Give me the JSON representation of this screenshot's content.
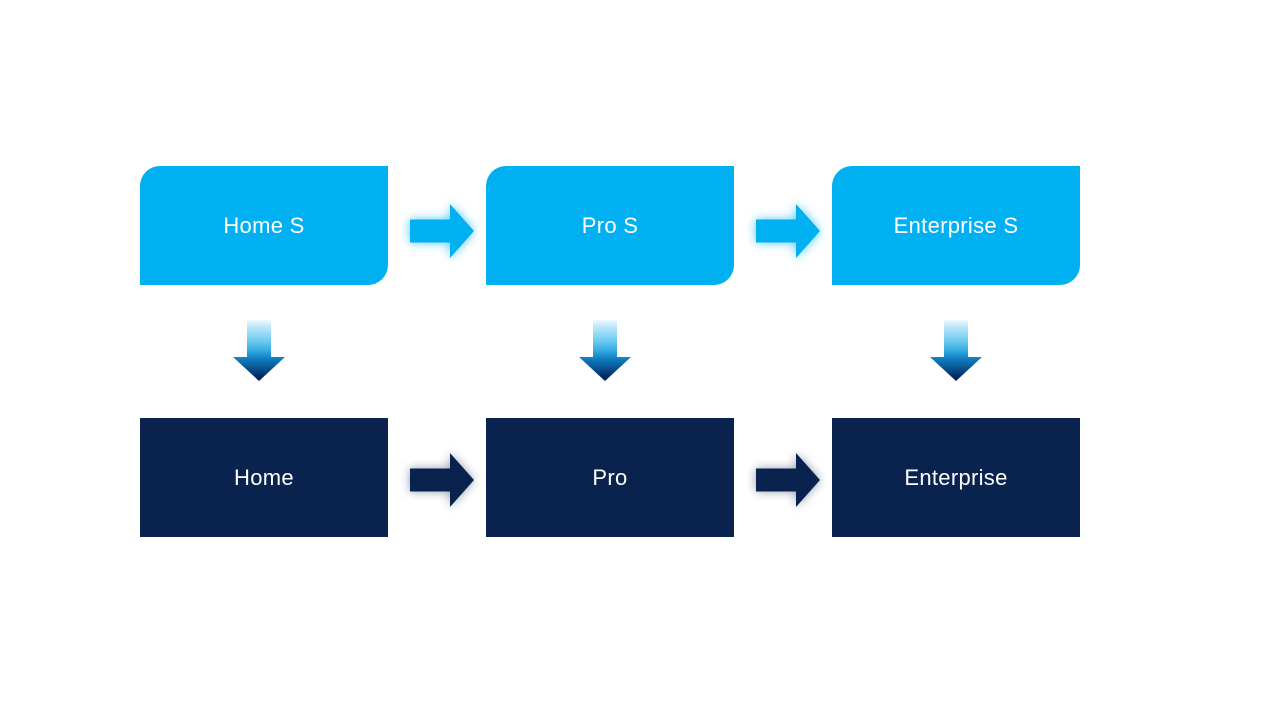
{
  "colors": {
    "background": "#FFFFFF",
    "light_blue": "#00B0F0",
    "navy": "#0A234E",
    "text": "#FFFFFF",
    "down_arrow_gradient_top": "#EFF9FE",
    "down_arrow_gradient_mid": "#2DA5DD",
    "down_arrow_gradient_bottom": "#021C4A"
  },
  "icons": {
    "horizontal_connector": "right-block-arrow",
    "vertical_connector": "down-block-arrow"
  },
  "top_row": [
    {
      "label": "Home S"
    },
    {
      "label": "Pro S"
    },
    {
      "label": "Enterprise S"
    }
  ],
  "bottom_row": [
    {
      "label": "Home"
    },
    {
      "label": "Pro"
    },
    {
      "label": "Enterprise"
    }
  ]
}
